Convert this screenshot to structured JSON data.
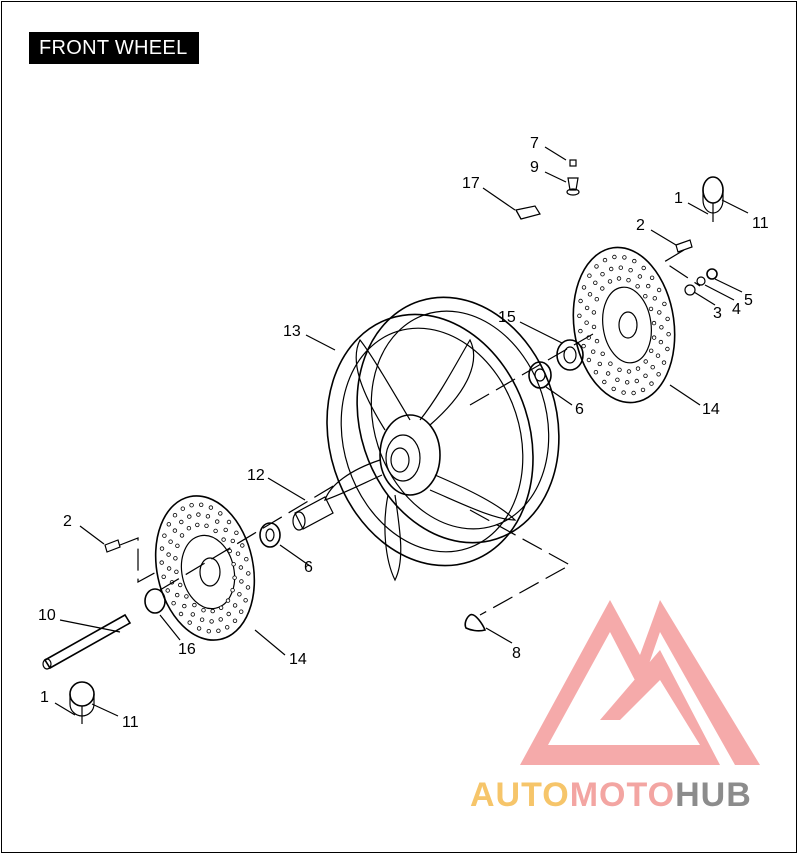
{
  "title": "FRONT WHEEL",
  "callouts": [
    {
      "id": "c7",
      "label": "7"
    },
    {
      "id": "c9",
      "label": "9"
    },
    {
      "id": "c17",
      "label": "17"
    },
    {
      "id": "c1a",
      "label": "1"
    },
    {
      "id": "c11a",
      "label": "11"
    },
    {
      "id": "c2a",
      "label": "2"
    },
    {
      "id": "c5",
      "label": "5"
    },
    {
      "id": "c4",
      "label": "4"
    },
    {
      "id": "c3",
      "label": "3"
    },
    {
      "id": "c15",
      "label": "15"
    },
    {
      "id": "c13",
      "label": "13"
    },
    {
      "id": "c6a",
      "label": "6"
    },
    {
      "id": "c14a",
      "label": "14"
    },
    {
      "id": "c12",
      "label": "12"
    },
    {
      "id": "c2b",
      "label": "2"
    },
    {
      "id": "c6b",
      "label": "6"
    },
    {
      "id": "c10",
      "label": "10"
    },
    {
      "id": "c16",
      "label": "16"
    },
    {
      "id": "c14b",
      "label": "14"
    },
    {
      "id": "c8",
      "label": "8"
    },
    {
      "id": "c1b",
      "label": "1"
    },
    {
      "id": "c11b",
      "label": "11"
    }
  ],
  "watermark": {
    "part1": "AUTO",
    "part2": "MOTO",
    "part3": "HUB",
    "color1": "#f6c56a",
    "color2": "#f3a5a2",
    "color3": "#8c8c8c",
    "logo_color": "#f4a3a3"
  }
}
